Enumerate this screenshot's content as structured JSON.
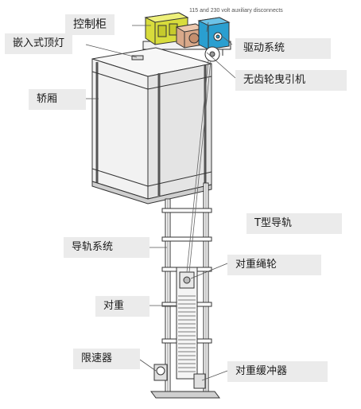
{
  "caption": "115 and 230 volt auxiliary disconnects",
  "labels": {
    "control_cabinet": "控制柜",
    "recessed_light": "嵌入式顶灯",
    "drive_system": "驱动系统",
    "gearless_machine": "无齿轮曳引机",
    "car": "轿厢",
    "t_rail": "T型导轨",
    "rail_system": "导轨系统",
    "cwt_sheave": "对重绳轮",
    "counterweight": "对重",
    "governor": "限速器",
    "cwt_buffer": "对重缓冲器"
  },
  "colors": {
    "control_cabinet": "#d8dc3c",
    "machine": "#d9a98a",
    "drive_system": "#2a9fd0",
    "label_bg": "#ebebeb",
    "line": "#333333"
  }
}
